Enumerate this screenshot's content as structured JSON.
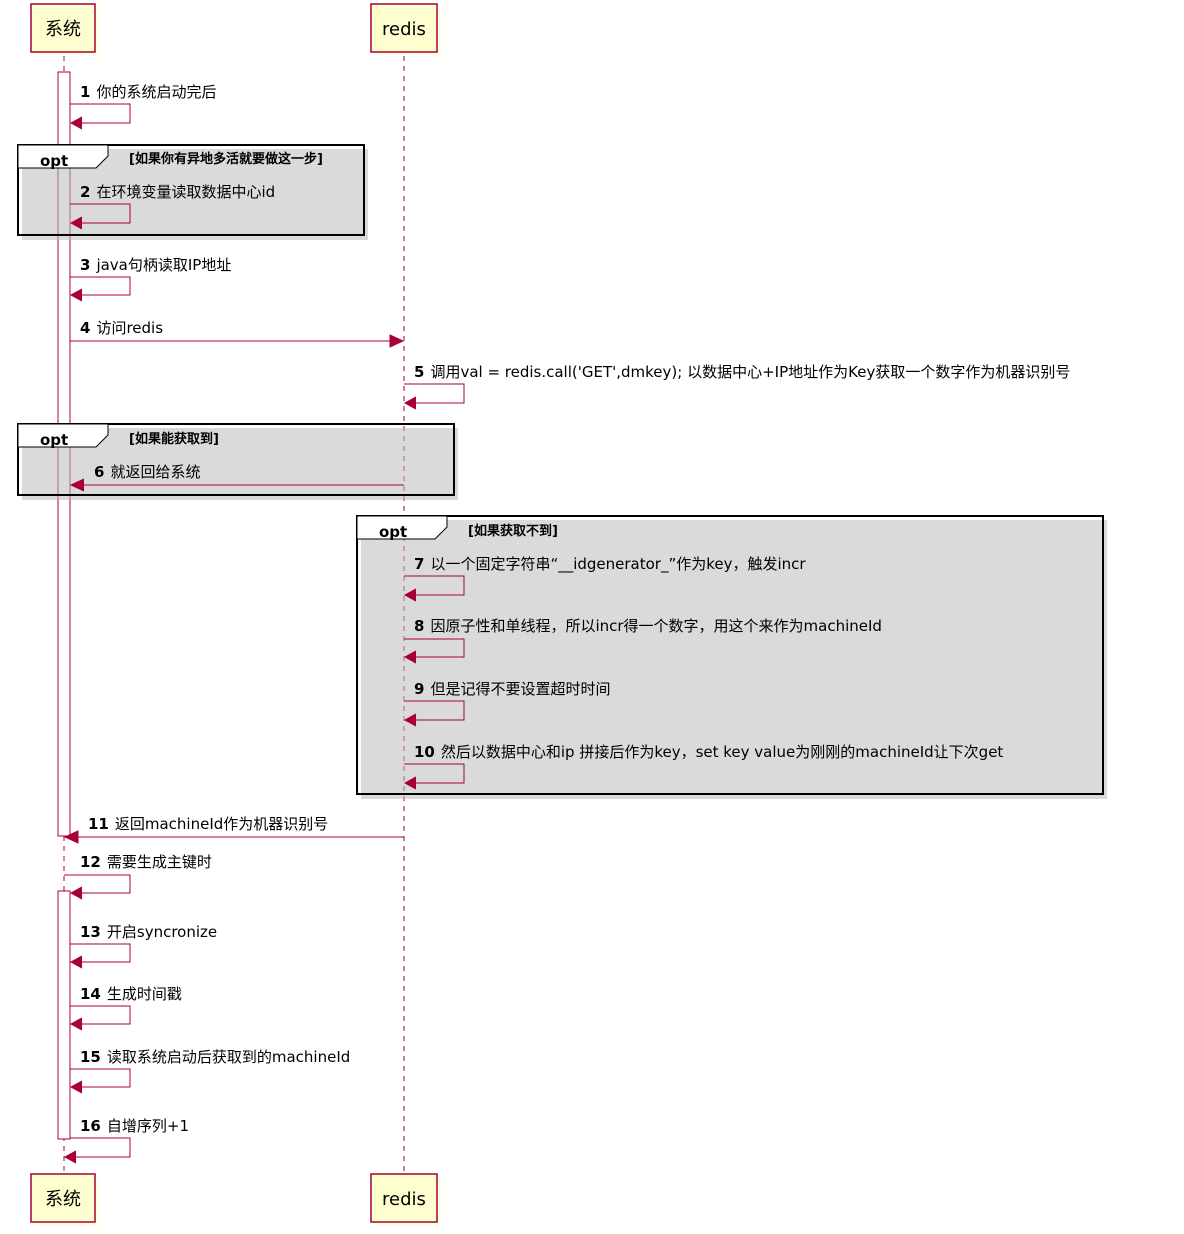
{
  "participants": [
    {
      "id": "sys",
      "label": "系统"
    },
    {
      "id": "redis",
      "label": "redis"
    }
  ],
  "messages": [
    {
      "num": "1",
      "text": "你的系统启动完后"
    },
    {
      "num": "2",
      "text": "在环境变量读取数据中心id"
    },
    {
      "num": "3",
      "text": "java句柄读取IP地址"
    },
    {
      "num": "4",
      "text": "访问redis"
    },
    {
      "num": "5",
      "text": "调用val = redis.call('GET',dmkey); 以数据中心+IP地址作为Key获取一个数字作为机器识别号"
    },
    {
      "num": "6",
      "text": "就返回给系统"
    },
    {
      "num": "7",
      "text": "以一个固定字符串“__idgenerator_”作为key，触发incr"
    },
    {
      "num": "8",
      "text": "因原子性和单线程，所以incr得一个数字，用这个来作为machineId"
    },
    {
      "num": "9",
      "text": "但是记得不要设置超时时间"
    },
    {
      "num": "10",
      "text": "然后以数据中心和ip 拼接后作为key，set key value为刚刚的machineId让下次get"
    },
    {
      "num": "11",
      "text": "返回machineId作为机器识别号"
    },
    {
      "num": "12",
      "text": "需要生成主键时"
    },
    {
      "num": "13",
      "text": "开启syncronize"
    },
    {
      "num": "14",
      "text": "生成时间戳"
    },
    {
      "num": "15",
      "text": "读取系统启动后获取到的machineId"
    },
    {
      "num": "16",
      "text": "自增序列+1"
    }
  ],
  "frames": [
    {
      "keyword": "opt",
      "guard": "[如果你有异地多活就要做这一步]"
    },
    {
      "keyword": "opt",
      "guard": "[如果能获取到]"
    },
    {
      "keyword": "opt",
      "guard": "[如果获取不到]"
    }
  ],
  "colors": {
    "participant_fill": "#FEFECE",
    "line": "#A80036"
  }
}
